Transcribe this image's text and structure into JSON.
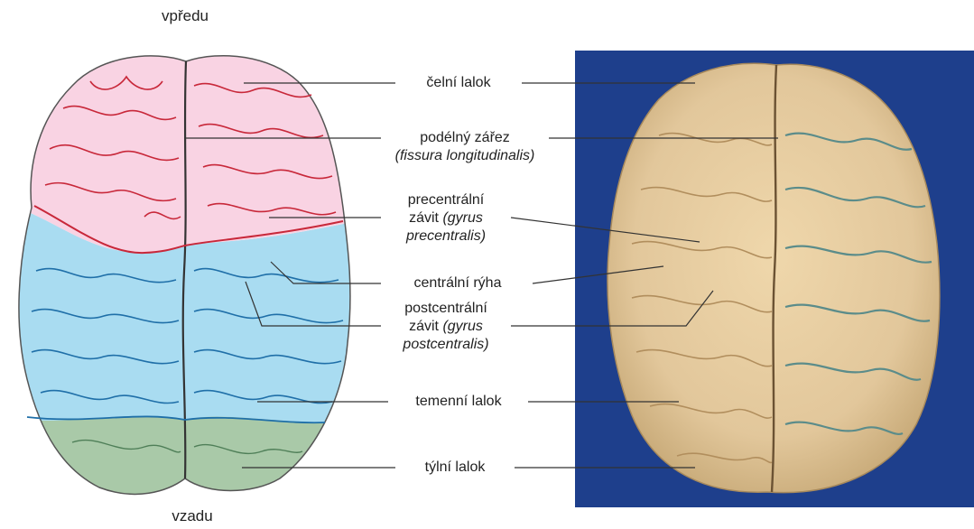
{
  "orientation": {
    "front": "vpředu",
    "back": "vzadu"
  },
  "labels": {
    "frontal_lobe": "čelní lalok",
    "longitudinal_fissure": "podélný zářez",
    "longitudinal_fissure_latin": "(fissura longitudinalis)",
    "precentral_1": "precentrální",
    "precentral_2a": "závit ",
    "precentral_2b": "(gyrus",
    "precentral_3": "precentralis)",
    "central_sulcus": "centrální rýha",
    "postcentral_1": "postcentrální",
    "postcentral_2a": "závit ",
    "postcentral_2b": "(gyrus",
    "postcentral_3": "postcentralis)",
    "parietal_lobe": "temenní lalok",
    "occipital_lobe": "týlní lalok"
  },
  "colors": {
    "frontal": "#f9d3e3",
    "frontal_outline": "#c8283a",
    "parietal": "#a9dcf1",
    "parietal_outline": "#1f6fa8",
    "occipital": "#a9c9a8",
    "occipital_outline": "#4f7f58",
    "photo_background": "#1e3f8c",
    "brain_photo": "#e2c79b"
  }
}
